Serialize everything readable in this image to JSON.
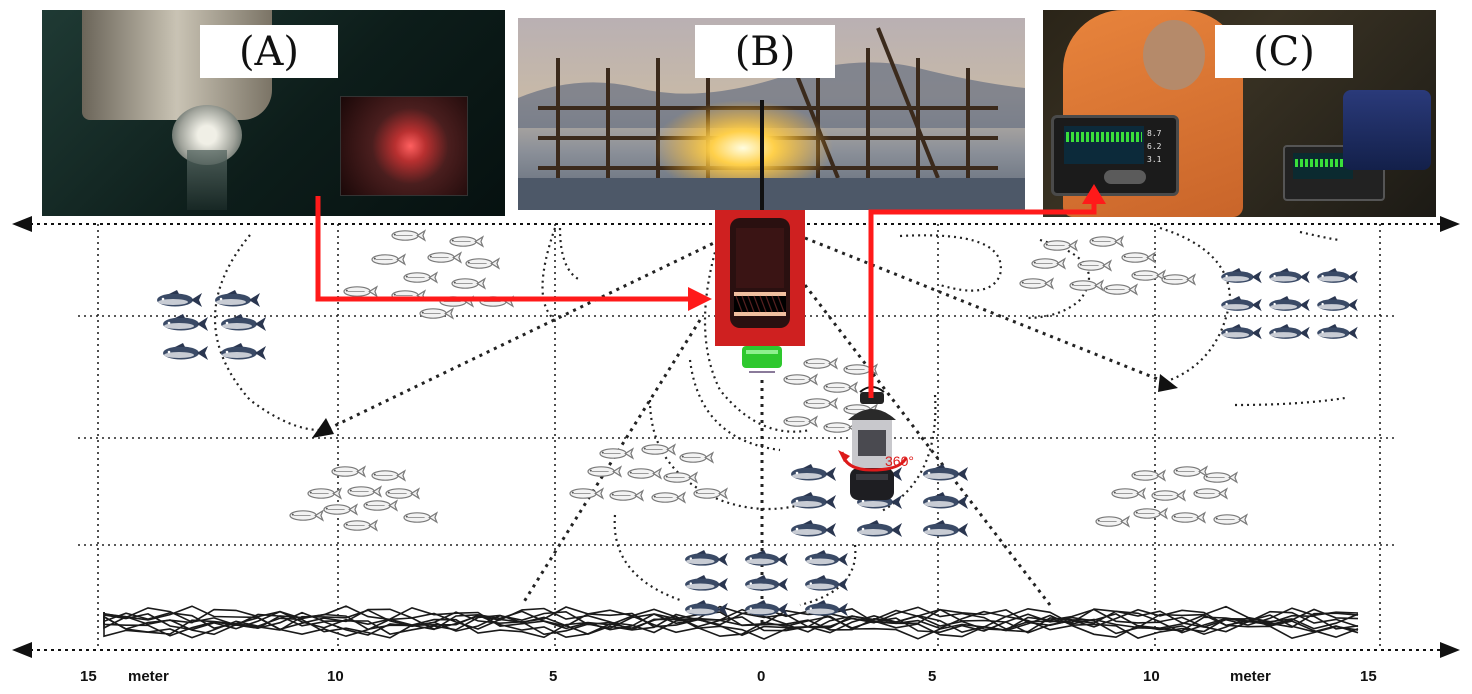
{
  "panels": {
    "a": {
      "label": "(A)"
    },
    "b": {
      "label": "(B)"
    },
    "c": {
      "label": "(C)"
    }
  },
  "device": {
    "rotation_label": "360°",
    "monitor_readouts": [
      "8.7",
      "6.2",
      "3.1"
    ]
  },
  "axis": {
    "ticks": [
      "15",
      "10",
      "5",
      "0",
      "5",
      "10",
      "15"
    ],
    "unit_left": "meter",
    "unit_right": "meter"
  },
  "colors": {
    "arrow": "#ff1a1a",
    "fish_body": "#3a4a66",
    "fish_outline": "#888888",
    "seabed": "#1a1a1a",
    "light_red": "#e01818",
    "light_green": "#2ec82e"
  },
  "icons": [
    "fish-school-icon",
    "underwater-light-icon",
    "underwater-camera-icon",
    "rotation-arrow-icon",
    "monitor-icon",
    "seabed-vegetation-icon"
  ]
}
